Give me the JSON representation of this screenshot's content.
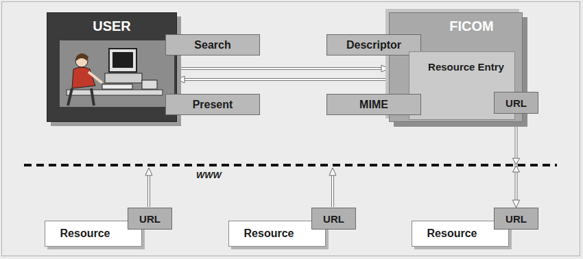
{
  "diagram": {
    "nodes": [
      {
        "text": [
          "USER"
        ]
      },
      {
        "text": [
          "Search"
        ],
        "in": 0
      },
      {
        "text": [
          "Present"
        ],
        "in": 0
      },
      {
        "text": [
          "FICOM"
        ]
      },
      {
        "text": [
          "Descriptor"
        ],
        "in": 3
      },
      {
        "text": [
          "Resource Entry"
        ],
        "in": 3
      },
      {
        "text": [
          "MIME"
        ],
        "in": 3
      },
      {
        "text": [
          "URL"
        ],
        "in": 5
      },
      {
        "text": [
          "Resource"
        ]
      },
      {
        "text": [
          "URL"
        ],
        "in": 8
      },
      {
        "text": [
          "Resource"
        ]
      },
      {
        "text": [
          "URL"
        ],
        "in": 10
      },
      {
        "text": [
          "Resource"
        ]
      },
      {
        "text": [
          "URL"
        ],
        "in": 12
      }
    ],
    "edges": [
      {
        "from": 0,
        "to": 3,
        "arrow": "to"
      },
      {
        "from": 3,
        "to": 0,
        "arrow": "to"
      },
      {
        "from": 13,
        "to": 7,
        "arrow": "both"
      }
    ],
    "labels": [
      "WWW"
    ]
  }
}
